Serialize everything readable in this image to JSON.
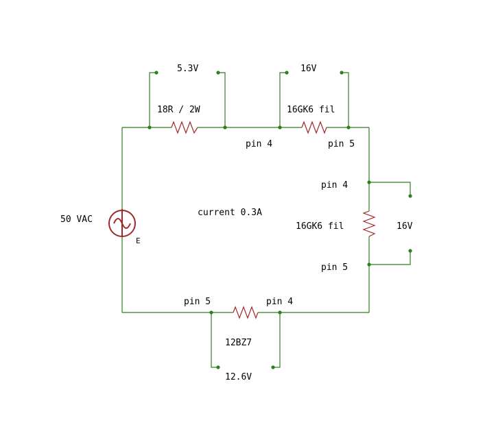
{
  "labels": {
    "v_18r": "5.3V",
    "r_18r": "18R / 2W",
    "v_fil_top": "16V",
    "fil_top": "16GK6 fil",
    "fil_top_pin4": "pin 4",
    "fil_top_pin5": "pin 5",
    "fil_right_pin4": "pin 4",
    "fil_right": "16GK6 fil",
    "v_fil_right": "16V",
    "fil_right_pin5": "pin 5",
    "current": "current 0.3A",
    "source": "50 VAC",
    "source_tag": "E",
    "bot_pin5": "pin 5",
    "bot_pin4": "pin 4",
    "bot_tube": "12BZ7",
    "v_bot": "12.6V"
  },
  "colors": {
    "wire": "#2e7d1e",
    "component": "#a02828",
    "text": "#000000"
  }
}
